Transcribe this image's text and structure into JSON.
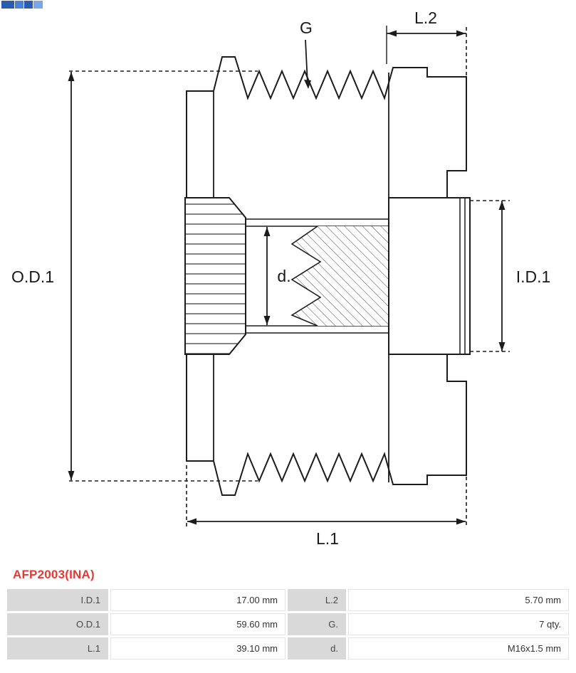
{
  "brand": {
    "logo_icon": "as-pl-logo"
  },
  "part": {
    "number": "AFP2003(INA)"
  },
  "diagram": {
    "labels": {
      "g": "G",
      "l2": "L.2",
      "od1": "O.D.1",
      "id1": "I.D.1",
      "d": "d.",
      "l1": "L.1"
    }
  },
  "specs": {
    "rows": [
      {
        "k1": "I.D.1",
        "v1": "17.00 mm",
        "k2": "L.2",
        "v2": "5.70 mm"
      },
      {
        "k1": "O.D.1",
        "v1": "59.60 mm",
        "k2": "G.",
        "v2": "7 qty."
      },
      {
        "k1": "L.1",
        "v1": "39.10 mm",
        "k2": "d.",
        "v2": "M16x1.5 mm"
      }
    ]
  },
  "colors": {
    "accent_red": "#e53935",
    "label_cell_bg": "#d9d9d9",
    "line": "#1c1c1c"
  }
}
